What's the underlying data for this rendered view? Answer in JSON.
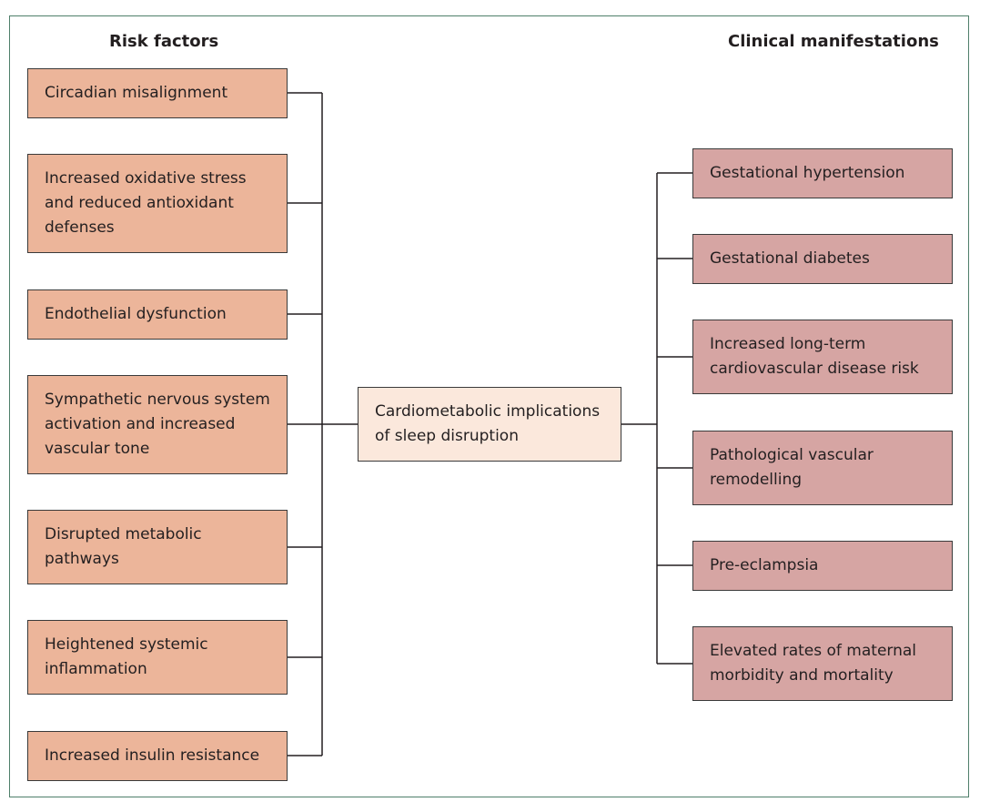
{
  "headings": {
    "risk_factors": "Risk factors",
    "clinical_manifestations": "Clinical manifestations"
  },
  "center": {
    "line1": "Cardiometabolic implications",
    "line2": "of sleep disruption"
  },
  "risk_factors": [
    {
      "lines": [
        "Circadian misalignment"
      ]
    },
    {
      "lines": [
        "Increased oxidative stress",
        "and reduced antioxidant",
        "defenses"
      ]
    },
    {
      "lines": [
        "Endothelial dysfunction"
      ]
    },
    {
      "lines": [
        "Sympathetic nervous system",
        "activation and increased",
        "vascular tone"
      ]
    },
    {
      "lines": [
        "Disrupted metabolic",
        "pathways"
      ]
    },
    {
      "lines": [
        "Heightened systemic",
        "inflammation"
      ]
    },
    {
      "lines": [
        "Increased insulin resistance"
      ]
    }
  ],
  "clinical_manifestations": [
    {
      "lines": [
        "Gestational hypertension"
      ]
    },
    {
      "lines": [
        "Gestational diabetes"
      ]
    },
    {
      "lines": [
        "Increased long-term",
        "cardiovascular disease risk"
      ]
    },
    {
      "lines": [
        "Pathological vascular",
        "remodelling"
      ]
    },
    {
      "lines": [
        "Pre-eclampsia"
      ]
    },
    {
      "lines": [
        "Elevated rates of maternal",
        "morbidity and mortality"
      ]
    }
  ],
  "colors": {
    "risk_fill": "#ecb59a",
    "clinical_fill": "#d6a5a3",
    "center_fill": "#fbe8dc",
    "frame": "#4f7f6a"
  }
}
